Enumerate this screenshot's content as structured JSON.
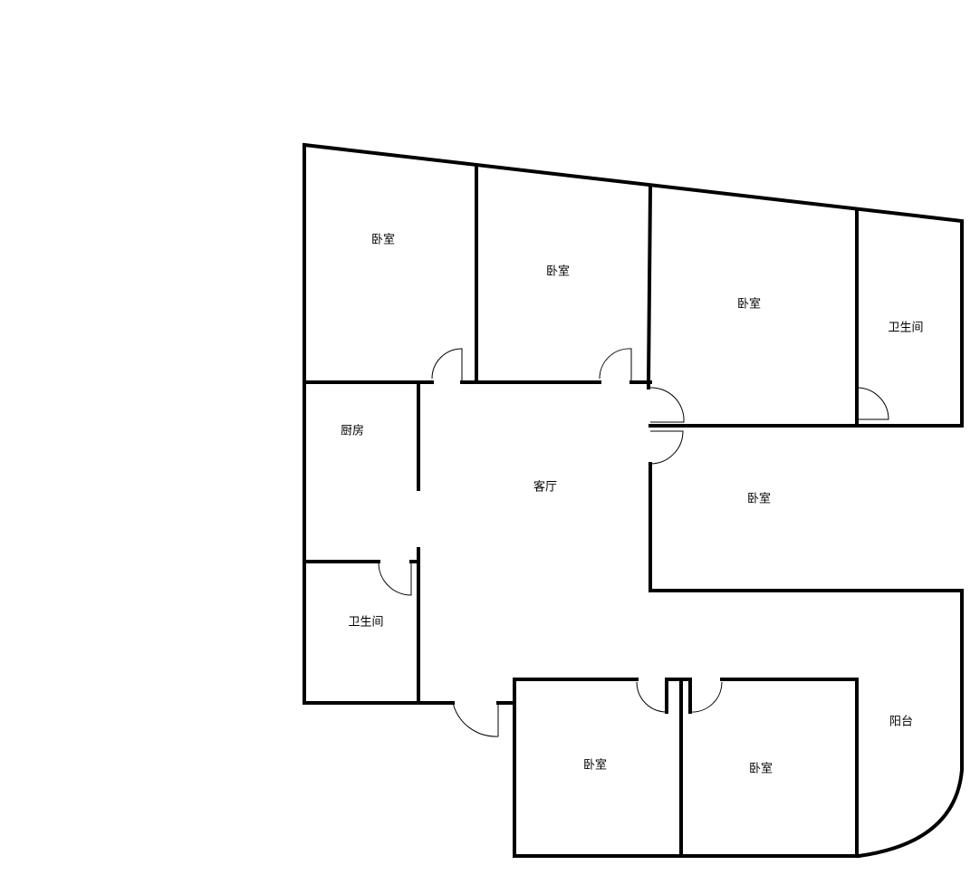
{
  "rooms": {
    "bedroom_1": "卧室",
    "bedroom_2": "卧室",
    "bedroom_3": "卧室",
    "bathroom_ne": "卫生间",
    "kitchen": "厨房",
    "living_room": "客厅",
    "bedroom_4": "卧室",
    "bathroom_w": "卫生间",
    "bedroom_5": "卧室",
    "bedroom_6": "卧室",
    "balcony": "阳台"
  }
}
